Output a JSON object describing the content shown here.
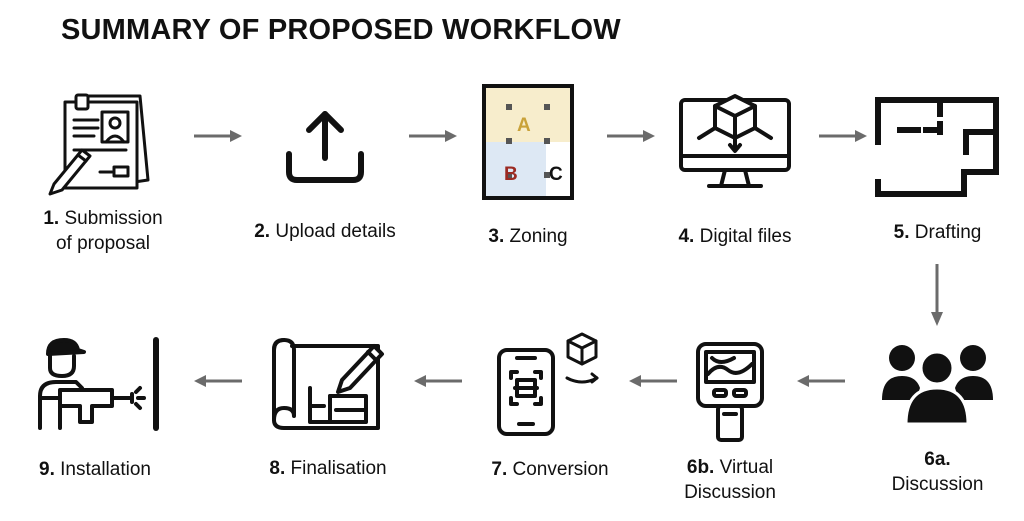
{
  "title": "SUMMARY OF PROPOSED WORKFLOW",
  "colors": {
    "ink": "#111111",
    "arrow": "#6b6b6b",
    "zone_a": "#f7edcc",
    "zone_b": "#dde8f4",
    "zone_a_text": "#c9a23a",
    "zone_b_text": "#9b2a22"
  },
  "steps": [
    {
      "num": "1.",
      "text": "Submission",
      "text2": "of proposal",
      "icon": "document-pencil-icon"
    },
    {
      "num": "2.",
      "text": "Upload details",
      "icon": "upload-icon"
    },
    {
      "num": "3.",
      "text": "Zoning",
      "icon": "zoning-map-icon",
      "zones": [
        "A",
        "B",
        "C"
      ]
    },
    {
      "num": "4.",
      "text": "Digital files",
      "icon": "monitor-3d-icon"
    },
    {
      "num": "5.",
      "text": "Drafting",
      "icon": "floor-plan-icon"
    },
    {
      "num": "6a.",
      "text": "Discussion",
      "icon": "group-icon"
    },
    {
      "num": "6b.",
      "text": "Virtual",
      "text2": "Discussion",
      "icon": "scanner-device-icon"
    },
    {
      "num": "7.",
      "text": "Conversion",
      "icon": "phone-3d-icon"
    },
    {
      "num": "8.",
      "text": "Finalisation",
      "icon": "blueprint-pencil-icon"
    },
    {
      "num": "9.",
      "text": "Installation",
      "icon": "worker-drill-icon"
    }
  ]
}
